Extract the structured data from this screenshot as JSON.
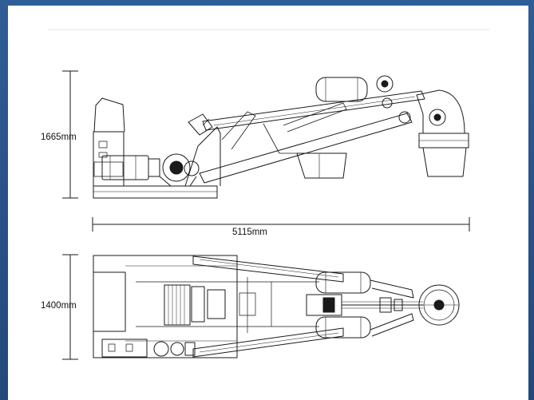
{
  "dimensions": {
    "side_height": "1665mm",
    "overall_length": "5115mm",
    "top_width": "1400mm"
  },
  "colors": {
    "frame_top": "#2f5d96",
    "frame_bottom": "#23497c",
    "sheet": "#ffffff",
    "line": "#1a1a1a"
  }
}
